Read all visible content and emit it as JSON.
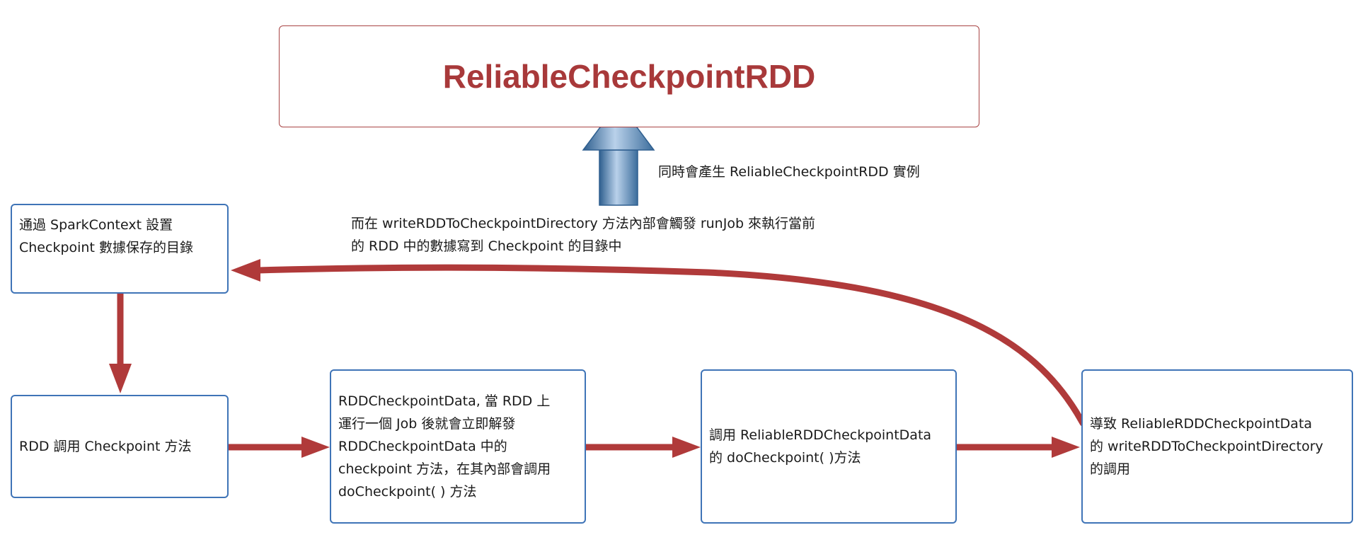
{
  "diagram": {
    "title": "ReliableCheckpointRDD",
    "boxes": [
      {
        "id": "set-dir",
        "text": "通過 SparkContext 設置\nCheckpoint 數據保存的目錄"
      },
      {
        "id": "rdd-call",
        "text": "RDD 調用 Checkpoint 方法"
      },
      {
        "id": "rdd-checkpoint-data",
        "text": "RDDCheckpointData, 當 RDD 上\n運行一個 Job 後就會立即解發\nRDDCheckpointData 中的\ncheckpoint 方法，在其內部會調用\ndoCheckpoint( ) 方法"
      },
      {
        "id": "reliable-do-checkpoint",
        "text": "調用 ReliableRDDCheckpointData\n的 doCheckpoint( )方法"
      },
      {
        "id": "write-rdd-call",
        "text": "導致 ReliableRDDCheckpointData\n的 writeRDDToCheckpointDirectory\n的調用"
      }
    ],
    "notes": {
      "produce_instance": "同時會產生 ReliableCheckpointRDD 實例",
      "run_job": "而在 writeRDDToCheckpointDirectory 方法內部會觸發 runJob 來執行當前\n的 RDD 中的數據寫到 Checkpoint 的目錄中"
    },
    "colors": {
      "title": "#a8393a",
      "box_border": "#3f74b7",
      "arrow_red": "#b03a3a",
      "arrow_blue_light": "#a9c4e0",
      "arrow_blue_dark": "#2f5f8f"
    }
  }
}
